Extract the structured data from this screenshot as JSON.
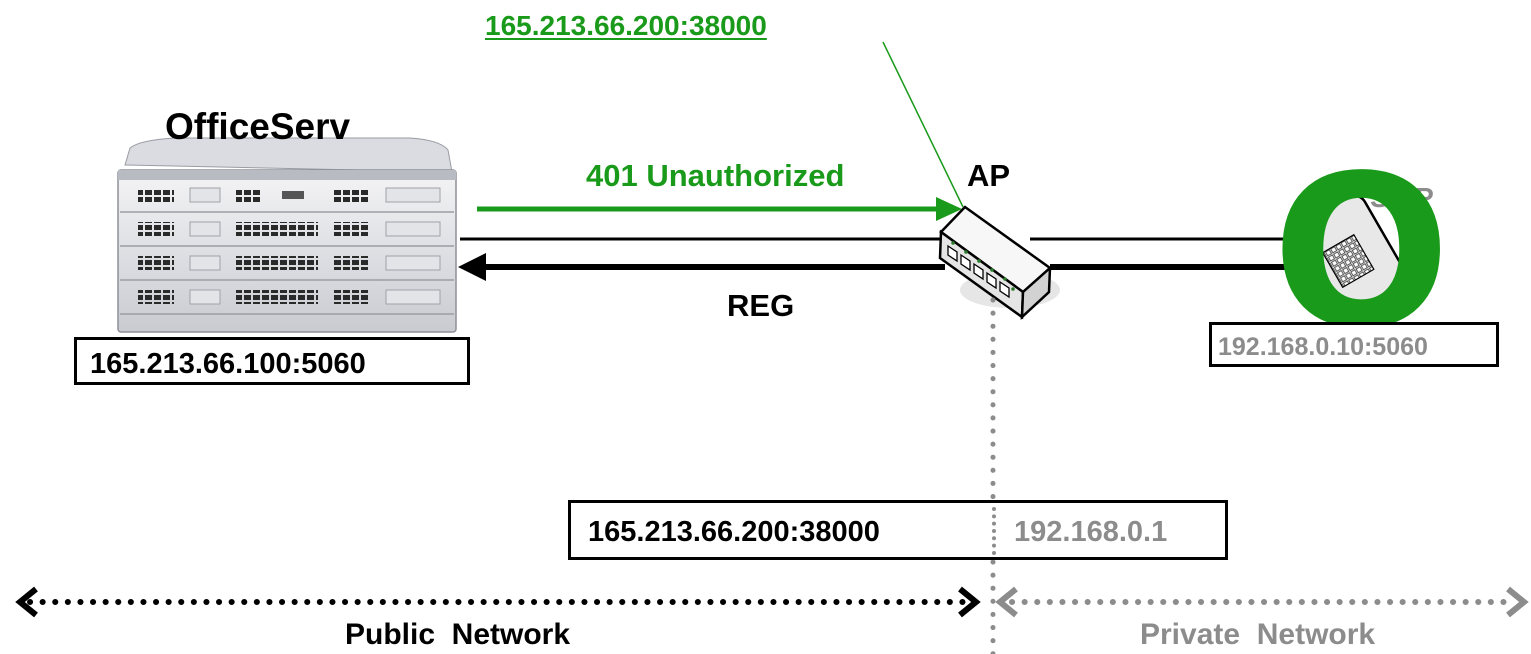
{
  "nat_public_address": "165.213.66.200:38000",
  "server": {
    "title": "OfficeServ",
    "address": "165.213.66.100:5060"
  },
  "messages": {
    "response": "401 Unauthorized",
    "request": "REG"
  },
  "access_point": {
    "label": "AP",
    "mapping_public": "165.213.66.200:38000",
    "mapping_private": "192.168.0.1"
  },
  "client": {
    "label": "SIPP",
    "address": "192.168.0.10:5060",
    "marker_glyph": "O"
  },
  "networks": {
    "public": "Public  Network",
    "private": "Private  Network"
  },
  "colors": {
    "highlight": "#1a9a1a",
    "private_gray": "#8c8c8c",
    "line": "#000000"
  },
  "icons": [
    "server-chassis-icon",
    "network-switch-icon",
    "ip-phone-icon"
  ]
}
